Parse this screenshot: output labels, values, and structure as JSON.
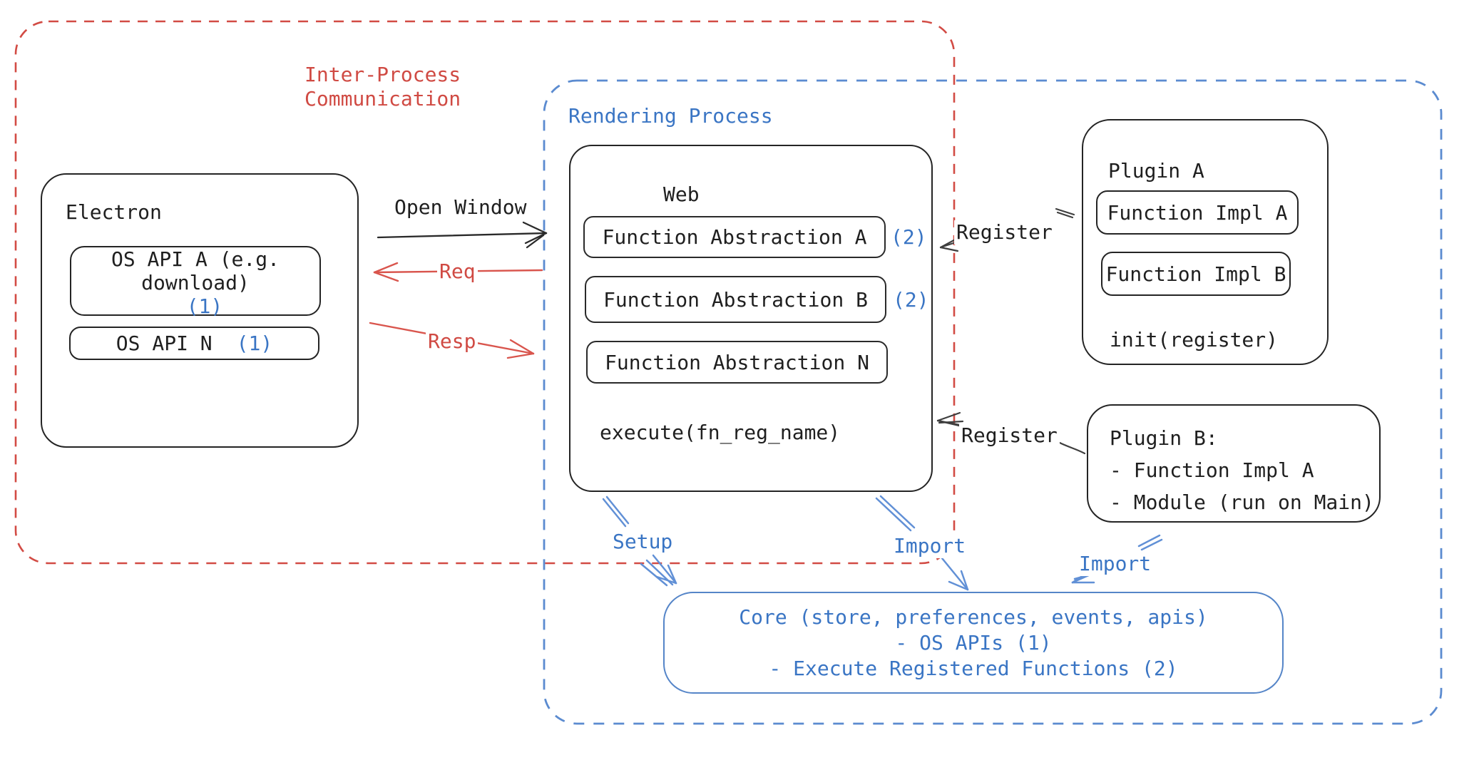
{
  "colors": {
    "ink": "#242424",
    "red": "#d04a43",
    "blue_text": "#3a75c4",
    "blue_dash": "#5b8bd0",
    "blue_arrow": "#6190d6",
    "core_border": "#5585c8"
  },
  "ipc": {
    "label_line1": "Inter-Process",
    "label_line2": "Communication"
  },
  "rendering": {
    "label": "Rendering Process"
  },
  "electron": {
    "title": "Electron",
    "os_api_a": {
      "text": "OS API A (e.g. download)",
      "badge": "(1)"
    },
    "os_api_n": {
      "text": "OS API N",
      "badge": "(1)"
    }
  },
  "web": {
    "title": "Web",
    "items": [
      {
        "label": "Function Abstraction A",
        "badge": "(2)"
      },
      {
        "label": "Function Abstraction B",
        "badge": "(2)"
      },
      {
        "label": "Function Abstraction N",
        "badge": ""
      }
    ],
    "footer": "execute(fn_reg_name)"
  },
  "plugin_a": {
    "title": "Plugin A",
    "impl_a": "Function Impl A",
    "impl_b": "Function Impl B",
    "footer": "init(register)"
  },
  "plugin_b": {
    "line1": "Plugin B:",
    "line2": "- Function Impl A",
    "line3": "- Module (run on Main)"
  },
  "core": {
    "line1": "Core (store, preferences, events, apis)",
    "line2": "- OS APIs (1)",
    "line3": "- Execute Registered Functions (2)"
  },
  "arrows": {
    "open_window": "Open Window",
    "req": "Req",
    "resp": "Resp",
    "register_a": "Register",
    "register_b": "Register",
    "setup": "Setup",
    "import_web": "Import",
    "import_plugin": "Import"
  }
}
